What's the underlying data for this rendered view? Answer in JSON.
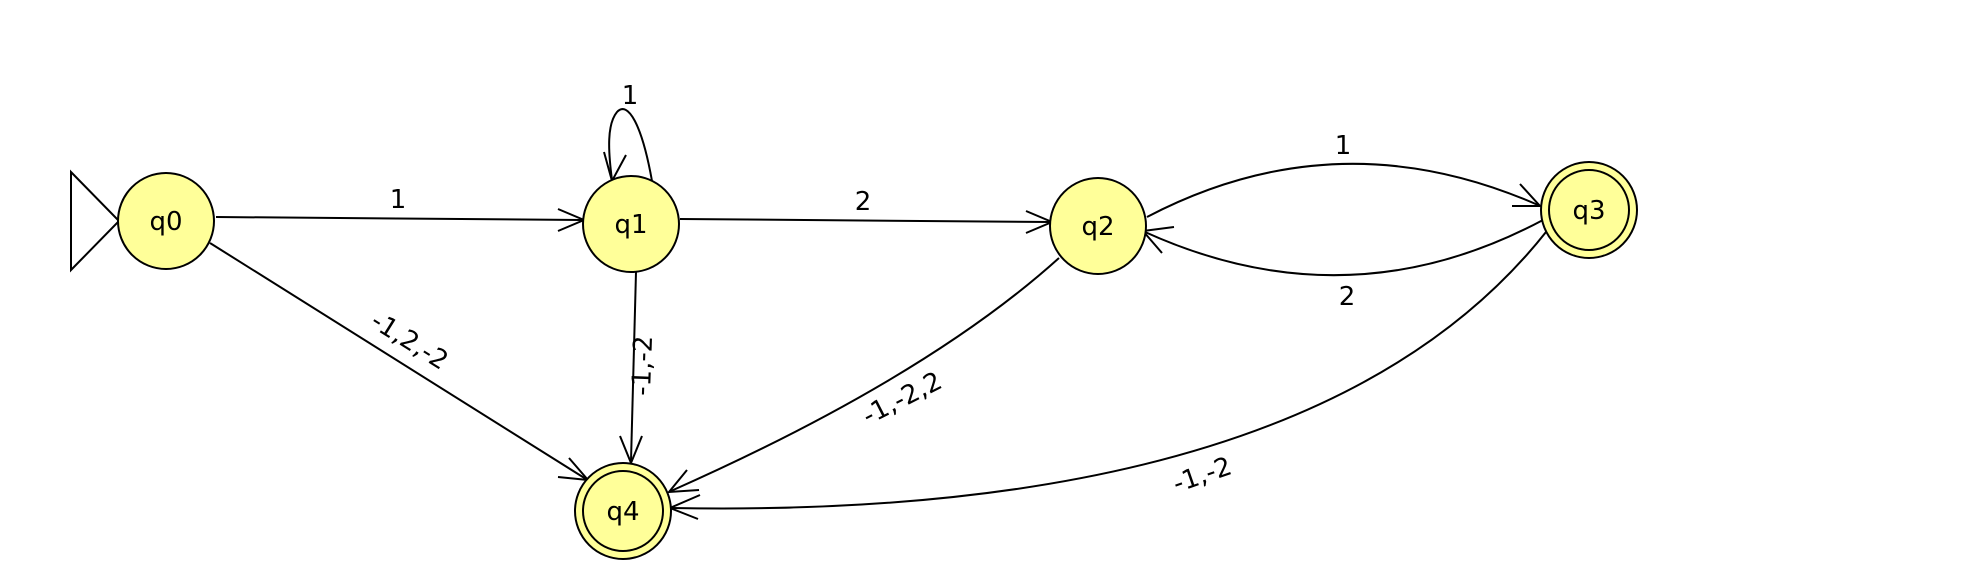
{
  "colors": {
    "state_fill": "#ffff99",
    "stroke": "#000000",
    "background": "#ffffff"
  },
  "states": [
    {
      "id": "q0",
      "label": "q0",
      "initial": true,
      "accepting": false
    },
    {
      "id": "q1",
      "label": "q1",
      "initial": false,
      "accepting": false
    },
    {
      "id": "q2",
      "label": "q2",
      "initial": false,
      "accepting": false
    },
    {
      "id": "q3",
      "label": "q3",
      "initial": false,
      "accepting": true
    },
    {
      "id": "q4",
      "label": "q4",
      "initial": false,
      "accepting": true
    }
  ],
  "transitions": [
    {
      "id": "q0-q1",
      "from": "q0",
      "to": "q1",
      "label": "1"
    },
    {
      "id": "q1-q1",
      "from": "q1",
      "to": "q1",
      "label": "1"
    },
    {
      "id": "q1-q2",
      "from": "q1",
      "to": "q2",
      "label": "2"
    },
    {
      "id": "q2-q3",
      "from": "q2",
      "to": "q3",
      "label": "1"
    },
    {
      "id": "q3-q2",
      "from": "q3",
      "to": "q2",
      "label": "2"
    },
    {
      "id": "q0-q4",
      "from": "q0",
      "to": "q4",
      "label": "-1,2,-2"
    },
    {
      "id": "q1-q4",
      "from": "q1",
      "to": "q4",
      "label": "-1,-2"
    },
    {
      "id": "q2-q4",
      "from": "q2",
      "to": "q4",
      "label": "-1,-2,2"
    },
    {
      "id": "q3-q4",
      "from": "q3",
      "to": "q4",
      "label": "-1,-2"
    }
  ]
}
